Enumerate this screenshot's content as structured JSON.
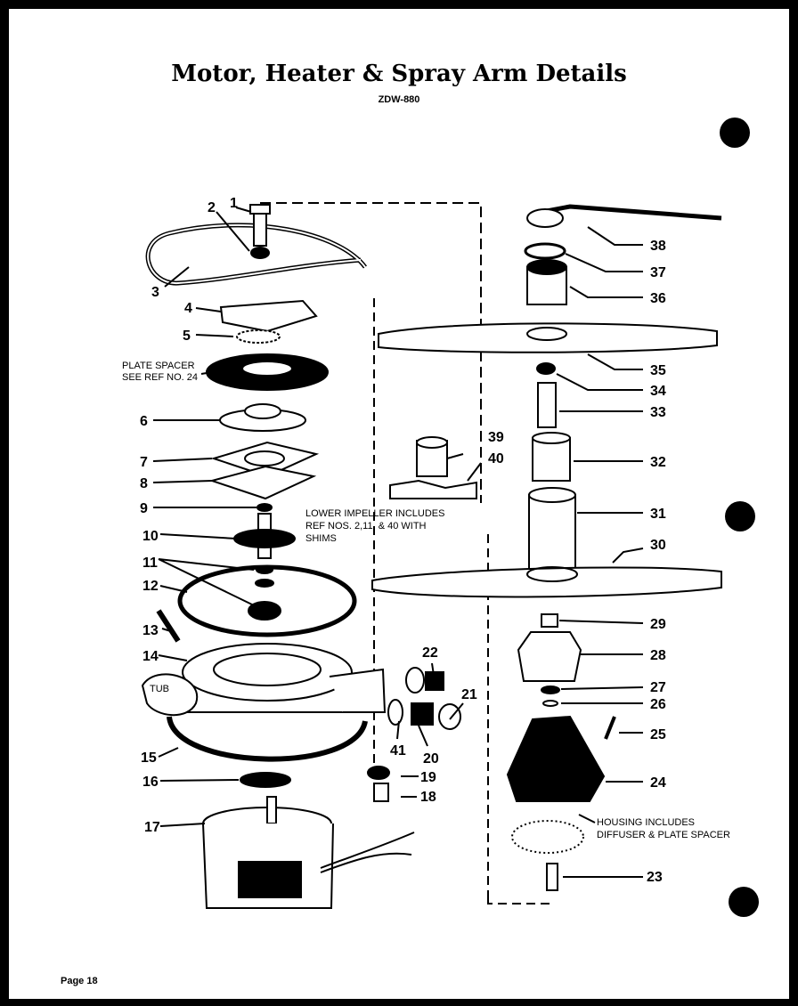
{
  "title": "Motor, Heater & Spray Arm Details",
  "model": "ZDW-880",
  "footer": "Page 18",
  "notes": {
    "plate_spacer": [
      "PLATE SPACER",
      "SEE REF NO. 24"
    ],
    "lower_impeller": [
      "LOWER IMPELLER INCLUDES",
      "REF NOS. 2,11, & 40 WITH",
      "SHIMS"
    ],
    "housing": [
      "HOUSING INCLUDES",
      "DIFFUSER & PLATE SPACER"
    ],
    "tub": "TUB"
  },
  "parts": [
    "1",
    "2",
    "3",
    "4",
    "5",
    "6",
    "7",
    "8",
    "9",
    "10",
    "11",
    "12",
    "13",
    "14",
    "15",
    "16",
    "17",
    "18",
    "19",
    "20",
    "21",
    "22",
    "23",
    "24",
    "25",
    "26",
    "27",
    "28",
    "29",
    "30",
    "31",
    "32",
    "33",
    "34",
    "35",
    "36",
    "37",
    "38",
    "39",
    "40",
    "41"
  ]
}
